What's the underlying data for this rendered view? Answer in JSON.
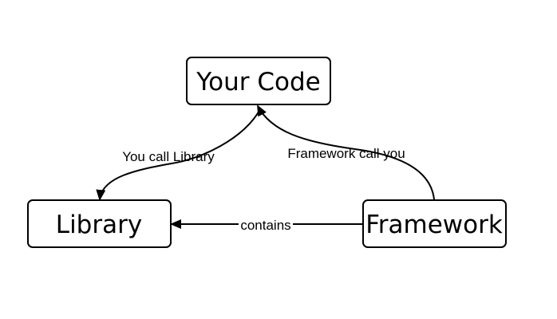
{
  "nodes": {
    "your_code": "Your Code",
    "library": "Library",
    "framework": "Framework"
  },
  "edges": {
    "your_code_to_library": "You call Library",
    "framework_to_your_code": "Framework call you",
    "framework_to_library": "contains"
  }
}
